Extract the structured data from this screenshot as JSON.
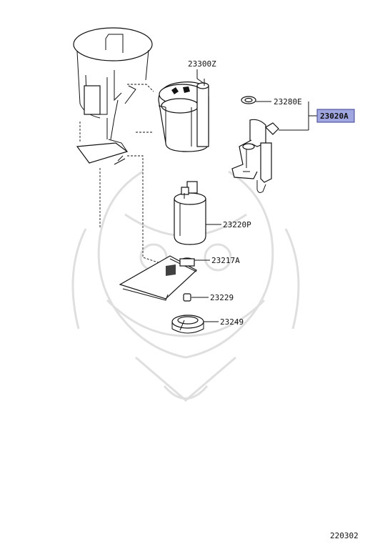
{
  "diagram": {
    "diagram_number": "220302",
    "callouts": [
      {
        "id": "23300Z"
      },
      {
        "id": "23280E"
      },
      {
        "id": "23020A",
        "highlighted": true
      },
      {
        "id": "23220P"
      },
      {
        "id": "23217A"
      },
      {
        "id": "23229"
      },
      {
        "id": "23249"
      }
    ],
    "colors": {
      "line": "#111111",
      "highlight_fill": "#9fa6e0",
      "highlight_border": "#3d3f8f",
      "watermark": "#d8d8d8"
    }
  }
}
